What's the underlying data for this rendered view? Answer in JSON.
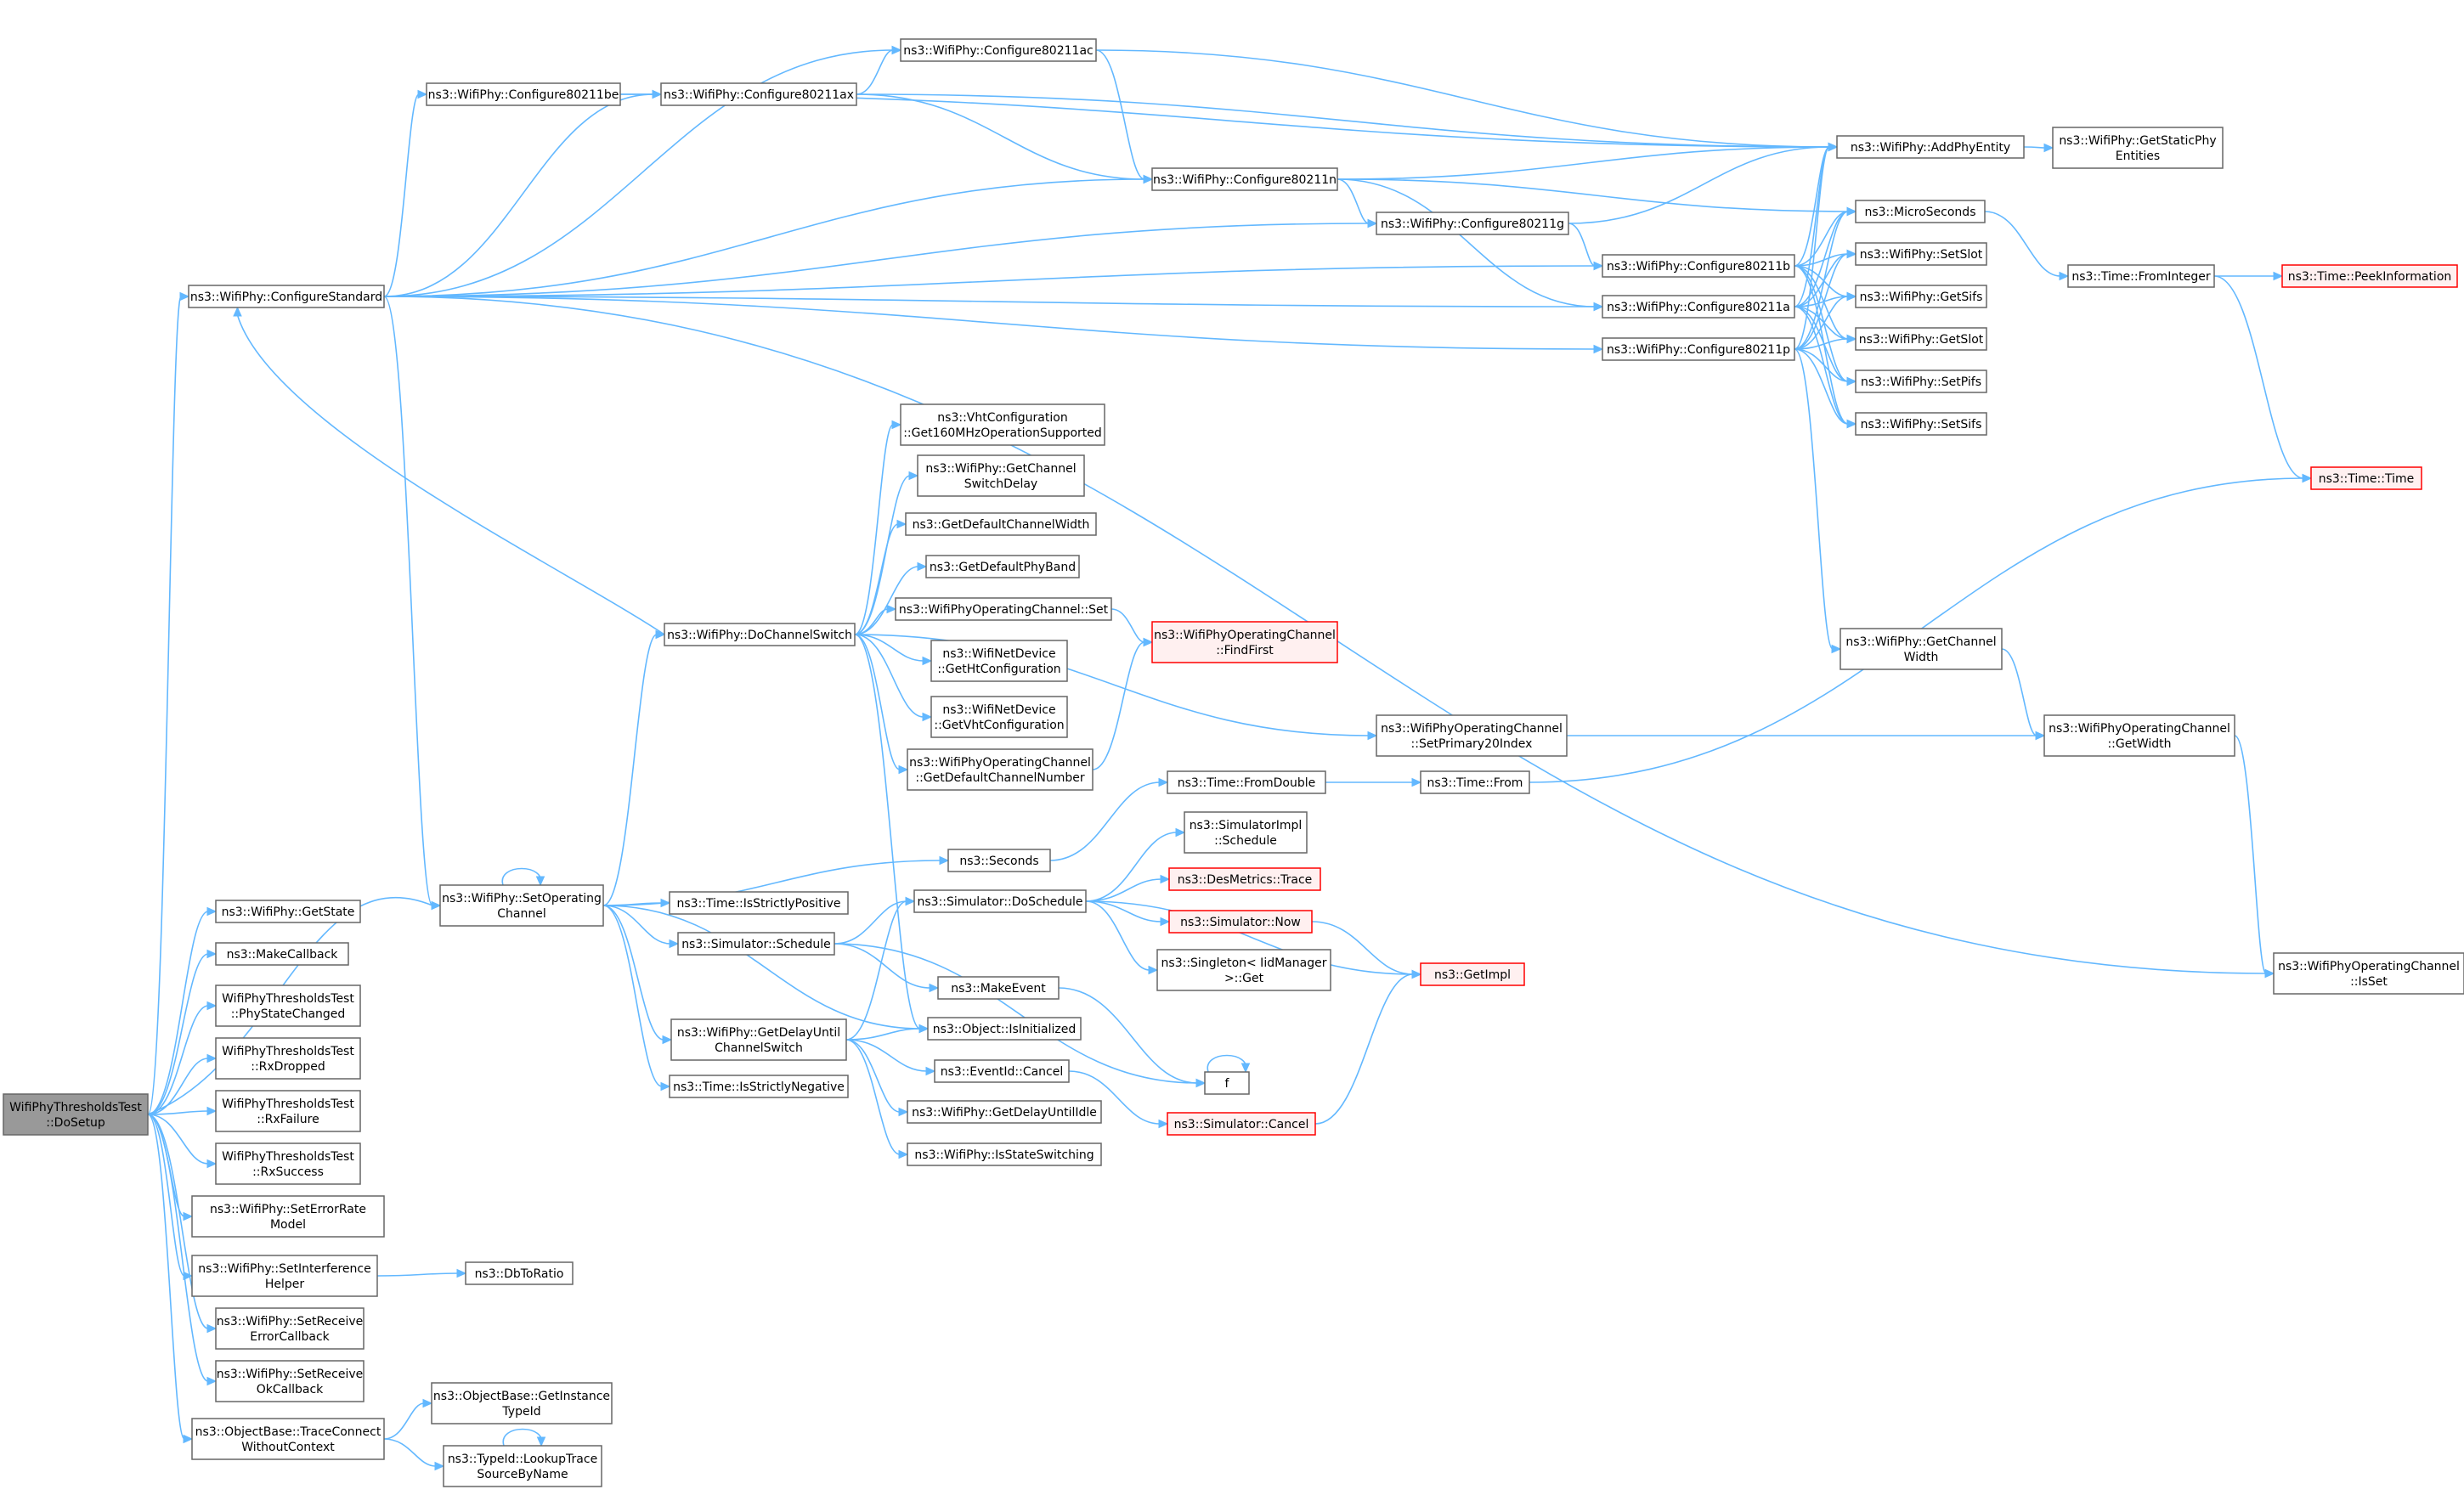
{
  "colors": {
    "edge": "#63b8ff",
    "node_border": "#666666",
    "root_fill": "#999999",
    "external_border": "#ff0000",
    "external_fill": "#fff0f0"
  },
  "graph": {
    "nodes": [
      {
        "id": "root",
        "lines": [
          "WifiPhyThresholdsTest",
          "::DoSetup"
        ],
        "style": "root"
      },
      {
        "id": "configureStandard",
        "lines": [
          "ns3::WifiPhy::ConfigureStandard"
        ]
      },
      {
        "id": "getState",
        "lines": [
          "ns3::WifiPhy::GetState"
        ]
      },
      {
        "id": "makeCallback",
        "lines": [
          "ns3::MakeCallback"
        ]
      },
      {
        "id": "phyStateChanged",
        "lines": [
          "WifiPhyThresholdsTest",
          "::PhyStateChanged"
        ]
      },
      {
        "id": "rxDropped",
        "lines": [
          "WifiPhyThresholdsTest",
          "::RxDropped"
        ]
      },
      {
        "id": "rxFailure",
        "lines": [
          "WifiPhyThresholdsTest",
          "::RxFailure"
        ]
      },
      {
        "id": "rxSuccess",
        "lines": [
          "WifiPhyThresholdsTest",
          "::RxSuccess"
        ]
      },
      {
        "id": "setErrorRateModel",
        "lines": [
          "ns3::WifiPhy::SetErrorRate",
          "Model"
        ]
      },
      {
        "id": "setInterferenceHelper",
        "lines": [
          "ns3::WifiPhy::SetInterference",
          "Helper"
        ]
      },
      {
        "id": "setReceiveErrorCallback",
        "lines": [
          "ns3::WifiPhy::SetReceive",
          "ErrorCallback"
        ]
      },
      {
        "id": "setReceiveOkCallback",
        "lines": [
          "ns3::WifiPhy::SetReceive",
          "OkCallback"
        ]
      },
      {
        "id": "traceConnect",
        "lines": [
          "ns3::ObjectBase::TraceConnect",
          "WithoutContext"
        ]
      },
      {
        "id": "dbToRatio",
        "lines": [
          "ns3::DbToRatio"
        ]
      },
      {
        "id": "getInstanceTypeId",
        "lines": [
          "ns3::ObjectBase::GetInstance",
          "TypeId"
        ]
      },
      {
        "id": "lookupTrace",
        "lines": [
          "ns3::TypeId::LookupTrace",
          "SourceByName"
        ]
      },
      {
        "id": "setOperatingChannel",
        "lines": [
          "ns3::WifiPhy::SetOperating",
          "Channel"
        ]
      },
      {
        "id": "configure80211be",
        "lines": [
          "ns3::WifiPhy::Configure80211be"
        ]
      },
      {
        "id": "configure80211ax",
        "lines": [
          "ns3::WifiPhy::Configure80211ax"
        ]
      },
      {
        "id": "configure80211ac",
        "lines": [
          "ns3::WifiPhy::Configure80211ac"
        ]
      },
      {
        "id": "configure80211n",
        "lines": [
          "ns3::WifiPhy::Configure80211n"
        ]
      },
      {
        "id": "configure80211g",
        "lines": [
          "ns3::WifiPhy::Configure80211g"
        ]
      },
      {
        "id": "configure80211b",
        "lines": [
          "ns3::WifiPhy::Configure80211b"
        ]
      },
      {
        "id": "configure80211a",
        "lines": [
          "ns3::WifiPhy::Configure80211a"
        ]
      },
      {
        "id": "configure80211p",
        "lines": [
          "ns3::WifiPhy::Configure80211p"
        ]
      },
      {
        "id": "addPhyEntity",
        "lines": [
          "ns3::WifiPhy::AddPhyEntity"
        ]
      },
      {
        "id": "getStaticPhyEntities",
        "lines": [
          "ns3::WifiPhy::GetStaticPhy",
          "Entities"
        ]
      },
      {
        "id": "microSeconds",
        "lines": [
          "ns3::MicroSeconds"
        ]
      },
      {
        "id": "setSlot",
        "lines": [
          "ns3::WifiPhy::SetSlot"
        ]
      },
      {
        "id": "getSifs",
        "lines": [
          "ns3::WifiPhy::GetSifs"
        ]
      },
      {
        "id": "getSlot",
        "lines": [
          "ns3::WifiPhy::GetSlot"
        ]
      },
      {
        "id": "setPifs",
        "lines": [
          "ns3::WifiPhy::SetPifs"
        ]
      },
      {
        "id": "setSifs",
        "lines": [
          "ns3::WifiPhy::SetSifs"
        ]
      },
      {
        "id": "fromInteger",
        "lines": [
          "ns3::Time::FromInteger"
        ]
      },
      {
        "id": "peekInformation",
        "lines": [
          "ns3::Time::PeekInformation"
        ],
        "style": "red"
      },
      {
        "id": "timeTime",
        "lines": [
          "ns3::Time::Time"
        ],
        "style": "red"
      },
      {
        "id": "getChannelWidth",
        "lines": [
          "ns3::WifiPhy::GetChannel",
          "Width"
        ]
      },
      {
        "id": "getWidth",
        "lines": [
          "ns3::WifiPhyOperatingChannel",
          "::GetWidth"
        ]
      },
      {
        "id": "isSet",
        "lines": [
          "ns3::WifiPhyOperatingChannel",
          "::IsSet"
        ]
      },
      {
        "id": "doChannelSwitch",
        "lines": [
          "ns3::WifiPhy::DoChannelSwitch"
        ]
      },
      {
        "id": "get160",
        "lines": [
          "ns3::VhtConfiguration",
          "::Get160MHzOperationSupported"
        ]
      },
      {
        "id": "getChannelSwitchDelay",
        "lines": [
          "ns3::WifiPhy::GetChannel",
          "SwitchDelay"
        ]
      },
      {
        "id": "getDefaultChannelWidth",
        "lines": [
          "ns3::GetDefaultChannelWidth"
        ]
      },
      {
        "id": "getDefaultPhyBand",
        "lines": [
          "ns3::GetDefaultPhyBand"
        ]
      },
      {
        "id": "opChannelSet",
        "lines": [
          "ns3::WifiPhyOperatingChannel::Set"
        ]
      },
      {
        "id": "getHtConfiguration",
        "lines": [
          "ns3::WifiNetDevice",
          "::GetHtConfiguration"
        ]
      },
      {
        "id": "getVhtConfiguration",
        "lines": [
          "ns3::WifiNetDevice",
          "::GetVhtConfiguration"
        ]
      },
      {
        "id": "getDefaultChannelNumber",
        "lines": [
          "ns3::WifiPhyOperatingChannel",
          "::GetDefaultChannelNumber"
        ]
      },
      {
        "id": "findFirst",
        "lines": [
          "ns3::WifiPhyOperatingChannel",
          "::FindFirst"
        ],
        "style": "red"
      },
      {
        "id": "setPrimary20Index",
        "lines": [
          "ns3::WifiPhyOperatingChannel",
          "::SetPrimary20Index"
        ]
      },
      {
        "id": "fromDouble",
        "lines": [
          "ns3::Time::FromDouble"
        ]
      },
      {
        "id": "timeFrom",
        "lines": [
          "ns3::Time::From"
        ]
      },
      {
        "id": "seconds",
        "lines": [
          "ns3::Seconds"
        ]
      },
      {
        "id": "isStrictlyPositive",
        "lines": [
          "ns3::Time::IsStrictlyPositive"
        ]
      },
      {
        "id": "simulatorSchedule",
        "lines": [
          "ns3::Simulator::Schedule"
        ]
      },
      {
        "id": "getDelayUntilChannelSwitch",
        "lines": [
          "ns3::WifiPhy::GetDelayUntil",
          "ChannelSwitch"
        ]
      },
      {
        "id": "isStrictlyNegative",
        "lines": [
          "ns3::Time::IsStrictlyNegative"
        ]
      },
      {
        "id": "doSchedule",
        "lines": [
          "ns3::Simulator::DoSchedule"
        ]
      },
      {
        "id": "makeEvent",
        "lines": [
          "ns3::MakeEvent"
        ]
      },
      {
        "id": "isInitialized",
        "lines": [
          "ns3::Object::IsInitialized"
        ]
      },
      {
        "id": "eventIdCancel",
        "lines": [
          "ns3::EventId::Cancel"
        ]
      },
      {
        "id": "getDelayUntilIdle",
        "lines": [
          "ns3::WifiPhy::GetDelayUntilIdle"
        ]
      },
      {
        "id": "isStateSwitching",
        "lines": [
          "ns3::WifiPhy::IsStateSwitching"
        ]
      },
      {
        "id": "simImplSchedule",
        "lines": [
          "ns3::SimulatorImpl",
          "::Schedule"
        ]
      },
      {
        "id": "desMetricsTrace",
        "lines": [
          "ns3::DesMetrics::Trace"
        ],
        "style": "red"
      },
      {
        "id": "simulatorNow",
        "lines": [
          "ns3::Simulator::Now"
        ],
        "style": "red"
      },
      {
        "id": "singletonGet",
        "lines": [
          "ns3::Singleton< IidManager",
          " >::Get"
        ]
      },
      {
        "id": "getImpl",
        "lines": [
          "ns3::GetImpl"
        ],
        "style": "red"
      },
      {
        "id": "f",
        "lines": [
          "f"
        ]
      },
      {
        "id": "simulatorCancel",
        "lines": [
          "ns3::Simulator::Cancel"
        ],
        "style": "red"
      }
    ],
    "edges": [
      [
        "root",
        "configureStandard"
      ],
      [
        "root",
        "getState"
      ],
      [
        "root",
        "makeCallback"
      ],
      [
        "root",
        "phyStateChanged"
      ],
      [
        "root",
        "rxDropped"
      ],
      [
        "root",
        "rxFailure"
      ],
      [
        "root",
        "rxSuccess"
      ],
      [
        "root",
        "setErrorRateModel"
      ],
      [
        "root",
        "setInterferenceHelper"
      ],
      [
        "root",
        "setReceiveErrorCallback"
      ],
      [
        "root",
        "setReceiveOkCallback"
      ],
      [
        "root",
        "traceConnect"
      ],
      [
        "root",
        "setOperatingChannel"
      ],
      [
        "setInterferenceHelper",
        "dbToRatio"
      ],
      [
        "traceConnect",
        "getInstanceTypeId"
      ],
      [
        "traceConnect",
        "lookupTrace"
      ],
      [
        "lookupTrace",
        "lookupTrace"
      ],
      [
        "configureStandard",
        "configure80211be"
      ],
      [
        "configureStandard",
        "configure80211ax"
      ],
      [
        "configureStandard",
        "configure80211ac"
      ],
      [
        "configureStandard",
        "configure80211n"
      ],
      [
        "configureStandard",
        "configure80211g"
      ],
      [
        "configureStandard",
        "configure80211b"
      ],
      [
        "configureStandard",
        "configure80211a"
      ],
      [
        "configureStandard",
        "configure80211p"
      ],
      [
        "configureStandard",
        "setOperatingChannel"
      ],
      [
        "configureStandard",
        "isSet"
      ],
      [
        "configure80211be",
        "configure80211ax"
      ],
      [
        "configure80211be",
        "addPhyEntity"
      ],
      [
        "configure80211ax",
        "configure80211ac"
      ],
      [
        "configure80211ax",
        "configure80211n"
      ],
      [
        "configure80211ax",
        "addPhyEntity"
      ],
      [
        "configure80211ac",
        "configure80211n"
      ],
      [
        "configure80211ac",
        "addPhyEntity"
      ],
      [
        "configure80211n",
        "configure80211g"
      ],
      [
        "configure80211n",
        "configure80211a"
      ],
      [
        "configure80211n",
        "addPhyEntity"
      ],
      [
        "configure80211n",
        "microSeconds"
      ],
      [
        "configure80211g",
        "configure80211b"
      ],
      [
        "configure80211g",
        "addPhyEntity"
      ],
      [
        "configure80211b",
        "addPhyEntity"
      ],
      [
        "configure80211b",
        "microSeconds"
      ],
      [
        "configure80211b",
        "setSlot"
      ],
      [
        "configure80211b",
        "getSifs"
      ],
      [
        "configure80211b",
        "getSlot"
      ],
      [
        "configure80211b",
        "setPifs"
      ],
      [
        "configure80211b",
        "setSifs"
      ],
      [
        "configure80211a",
        "addPhyEntity"
      ],
      [
        "configure80211a",
        "microSeconds"
      ],
      [
        "configure80211a",
        "setSlot"
      ],
      [
        "configure80211a",
        "getSifs"
      ],
      [
        "configure80211a",
        "getSlot"
      ],
      [
        "configure80211a",
        "setPifs"
      ],
      [
        "configure80211a",
        "setSifs"
      ],
      [
        "configure80211p",
        "addPhyEntity"
      ],
      [
        "configure80211p",
        "microSeconds"
      ],
      [
        "configure80211p",
        "setSlot"
      ],
      [
        "configure80211p",
        "getSifs"
      ],
      [
        "configure80211p",
        "getSlot"
      ],
      [
        "configure80211p",
        "setPifs"
      ],
      [
        "configure80211p",
        "setSifs"
      ],
      [
        "configure80211p",
        "getChannelWidth"
      ],
      [
        "addPhyEntity",
        "getStaticPhyEntities"
      ],
      [
        "microSeconds",
        "fromInteger"
      ],
      [
        "fromInteger",
        "peekInformation"
      ],
      [
        "fromInteger",
        "timeTime"
      ],
      [
        "getChannelWidth",
        "getWidth"
      ],
      [
        "getWidth",
        "isSet"
      ],
      [
        "setOperatingChannel",
        "setOperatingChannel"
      ],
      [
        "setOperatingChannel",
        "doChannelSwitch"
      ],
      [
        "setOperatingChannel",
        "seconds"
      ],
      [
        "setOperatingChannel",
        "isStrictlyPositive"
      ],
      [
        "setOperatingChannel",
        "simulatorSchedule"
      ],
      [
        "setOperatingChannel",
        "getDelayUntilChannelSwitch"
      ],
      [
        "setOperatingChannel",
        "isStrictlyNegative"
      ],
      [
        "setOperatingChannel",
        "isInitialized"
      ],
      [
        "doChannelSwitch",
        "configureStandard"
      ],
      [
        "doChannelSwitch",
        "get160"
      ],
      [
        "doChannelSwitch",
        "getChannelSwitchDelay"
      ],
      [
        "doChannelSwitch",
        "getDefaultChannelWidth"
      ],
      [
        "doChannelSwitch",
        "getDefaultPhyBand"
      ],
      [
        "doChannelSwitch",
        "opChannelSet"
      ],
      [
        "doChannelSwitch",
        "getHtConfiguration"
      ],
      [
        "doChannelSwitch",
        "getVhtConfiguration"
      ],
      [
        "doChannelSwitch",
        "getDefaultChannelNumber"
      ],
      [
        "doChannelSwitch",
        "setPrimary20Index"
      ],
      [
        "doChannelSwitch",
        "isInitialized"
      ],
      [
        "opChannelSet",
        "findFirst"
      ],
      [
        "getDefaultChannelNumber",
        "findFirst"
      ],
      [
        "setPrimary20Index",
        "getWidth"
      ],
      [
        "seconds",
        "fromDouble"
      ],
      [
        "fromDouble",
        "timeFrom"
      ],
      [
        "timeFrom",
        "timeTime"
      ],
      [
        "simulatorSchedule",
        "doSchedule"
      ],
      [
        "simulatorSchedule",
        "makeEvent"
      ],
      [
        "simulatorSchedule",
        "f"
      ],
      [
        "getDelayUntilChannelSwitch",
        "doSchedule"
      ],
      [
        "getDelayUntilChannelSwitch",
        "isInitialized"
      ],
      [
        "getDelayUntilChannelSwitch",
        "eventIdCancel"
      ],
      [
        "getDelayUntilChannelSwitch",
        "getDelayUntilIdle"
      ],
      [
        "getDelayUntilChannelSwitch",
        "isStateSwitching"
      ],
      [
        "doSchedule",
        "simImplSchedule"
      ],
      [
        "doSchedule",
        "desMetricsTrace"
      ],
      [
        "doSchedule",
        "simulatorNow"
      ],
      [
        "doSchedule",
        "singletonGet"
      ],
      [
        "doSchedule",
        "getImpl"
      ],
      [
        "simulatorNow",
        "getImpl"
      ],
      [
        "makeEvent",
        "f"
      ],
      [
        "f",
        "f"
      ],
      [
        "eventIdCancel",
        "simulatorCancel"
      ],
      [
        "simulatorCancel",
        "getImpl"
      ]
    ]
  }
}
